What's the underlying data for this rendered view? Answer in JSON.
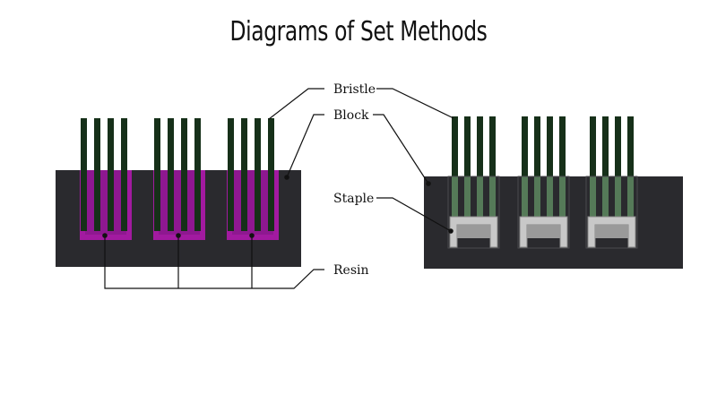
{
  "title": "Diagrams of Set Methods",
  "labels": {
    "bristle": "Bristle",
    "block": "Block",
    "staple": "Staple",
    "resin": "Resin"
  },
  "colors": {
    "block": "#2a2a2e",
    "bristle": "#163019",
    "bristle_light": "#557a58",
    "resin": "#a21aa0",
    "staple": "#c8c8c8",
    "line": "#111111"
  }
}
